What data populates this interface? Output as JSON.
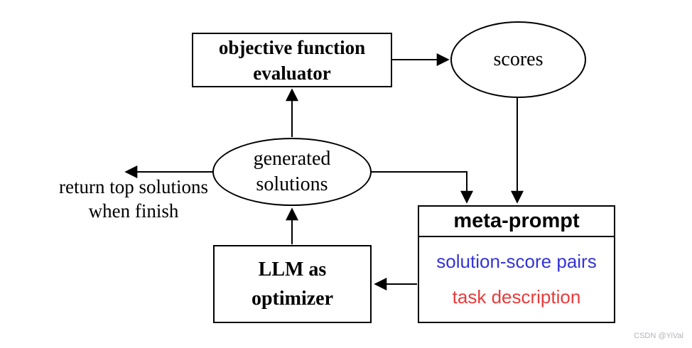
{
  "diagram": {
    "evaluator": {
      "line1": "objective function",
      "line2": "evaluator"
    },
    "scores": {
      "label": "scores"
    },
    "generated_solutions": {
      "line1": "generated",
      "line2": "solutions"
    },
    "llm_optimizer": {
      "line1": "LLM as",
      "line2": "optimizer"
    },
    "meta_prompt": {
      "title": "meta-prompt",
      "items": [
        {
          "label": "solution-score pairs",
          "color": "#3434d6"
        },
        {
          "label": "task description",
          "color": "#e63c3c"
        }
      ]
    },
    "return_note": {
      "line1": "return top solutions",
      "line2": "when finish"
    },
    "watermark": "CSDN @YiVal",
    "colors": {
      "stroke": "#000000",
      "background": "#ffffff"
    }
  }
}
